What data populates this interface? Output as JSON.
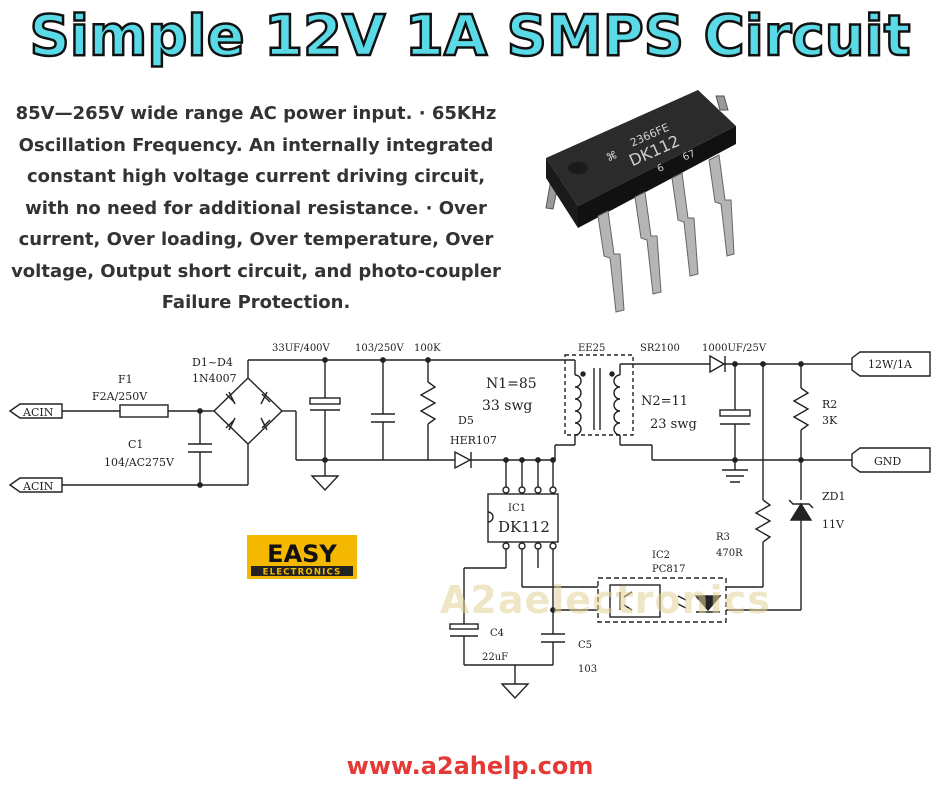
{
  "title": "Simple 12V 1A SMPS Circuit",
  "description": "85V—265V wide range AC power input. · 65KHz Oscillation Frequency.  An internally integrated constant high voltage current driving circuit, with no need for additional resistance. · Over current, Over loading, Over temperature, Over voltage, Output short circuit, and photo-coupler Failure Protection.",
  "chip": {
    "line1": "2366FE",
    "line2": "DK112",
    "line3": "6",
    "line4": "67"
  },
  "schematic": {
    "acin_top": "ACIN",
    "acin_bottom": "ACIN",
    "f1": "F1",
    "f1_value": "F2A/250V",
    "d1_d4": "D1~D4",
    "d1_d4_value": "1N4007",
    "c1": "C1",
    "c1_value": "104/AC275V",
    "cap_bulk": "33UF/400V",
    "cap_snub": "103/250V",
    "r_snub": "100K",
    "n1": "N1=85",
    "n1_wire": "33 swg",
    "d5": "D5",
    "d5_value": "HER107",
    "transformer": "EE25",
    "n2": "N2=11",
    "n2_wire": "23 swg",
    "diode_out": "SR2100",
    "cap_out": "1000UF/25V",
    "out_label": "12W/1A",
    "gnd_label": "GND",
    "r2": "R2",
    "r2_value": "3K",
    "zd1": "ZD1",
    "zd1_value": "11V",
    "r3": "R3",
    "r3_value": "470R",
    "ic1": "IC1",
    "ic1_value": "DK112",
    "ic2": "IC2",
    "ic2_value": "PC817",
    "c4": "C4",
    "c4_value": "22uF",
    "c5": "C5",
    "c5_value": "103"
  },
  "logo": {
    "top": "EASY",
    "bottom": "ELECTRONICS",
    "bg_color": "#f5b800"
  },
  "watermark": "A2aelectronics",
  "footer_url": "www.a2ahelp.com",
  "colors": {
    "title_fill": "#5ad9e6",
    "footer": "#e53935"
  }
}
